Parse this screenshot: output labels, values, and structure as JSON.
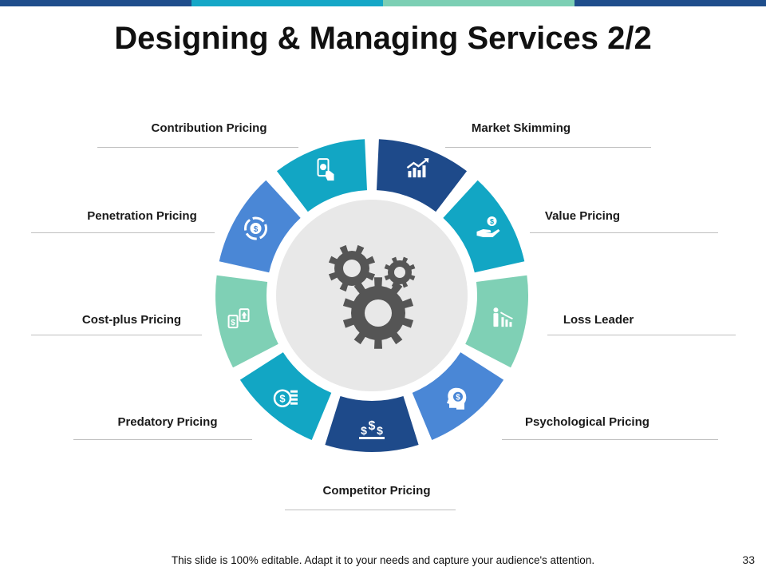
{
  "title": "Designing & Managing Services 2/2",
  "footer": "This slide is 100% editable. Adapt it to your needs and capture your audience's attention.",
  "page_number": "33",
  "colors": {
    "bar": [
      "#1f4e8c",
      "#15a7c7",
      "#7ccfb4",
      "#1f4e8c"
    ],
    "navy": "#1e4a8a",
    "teal": "#12a6c4",
    "blue": "#4a87d6",
    "mint": "#7fd0b5",
    "inner_circle": "#e8e8e8",
    "gear": "#555555"
  },
  "segments": [
    {
      "label": "Market Skimming",
      "icon": "rising-chart-icon",
      "color": "#1e4a8a"
    },
    {
      "label": "Value Pricing",
      "icon": "hand-money-icon",
      "color": "#12a6c4"
    },
    {
      "label": "Loss Leader",
      "icon": "person-declining-chart-icon",
      "color": "#7fd0b5"
    },
    {
      "label": "Psychological Pricing",
      "icon": "head-dollar-icon",
      "color": "#4a87d6"
    },
    {
      "label": "Competitor Pricing",
      "icon": "dollar-signs-icon",
      "color": "#1e4a8a"
    },
    {
      "label": "Predatory Pricing",
      "icon": "coin-stack-icon",
      "color": "#12a6c4"
    },
    {
      "label": "Cost-plus Pricing",
      "icon": "price-tags-icon",
      "color": "#7fd0b5"
    },
    {
      "label": "Penetration Pricing",
      "icon": "dollar-cycle-icon",
      "color": "#4a87d6"
    },
    {
      "label": "Contribution Pricing",
      "icon": "phone-payment-icon",
      "color": "#12a6c4"
    }
  ],
  "center_icon": "gears-icon"
}
